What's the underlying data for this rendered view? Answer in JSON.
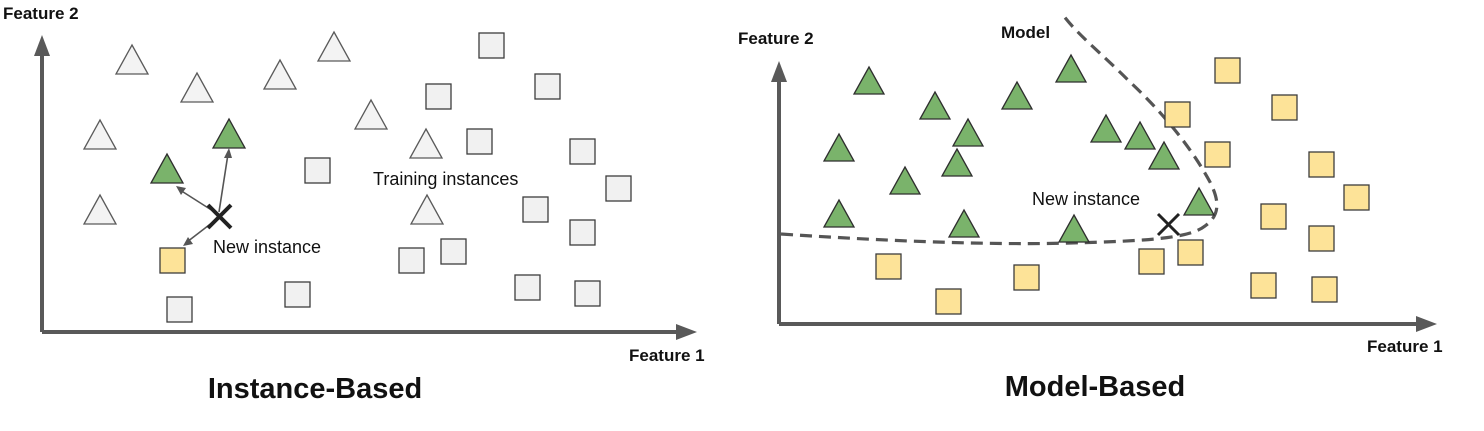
{
  "left_panel": {
    "y_axis_label": "Feature 2",
    "x_axis_label": "Feature 1",
    "training_label": "Training instances",
    "new_instance_label": "New instance",
    "caption": "Instance-Based"
  },
  "right_panel": {
    "y_axis_label": "Feature 2",
    "x_axis_label": "Feature 1",
    "model_label": "Model",
    "new_instance_label": "New instance",
    "caption": "Model-Based"
  },
  "colors": {
    "triangle_highlight": "#7ab36b",
    "square_highlight": "#fde398",
    "neutral_fill": "#f3f3f3",
    "axis": "#595959"
  },
  "icons": [
    "triangle-marker",
    "square-marker",
    "x-marker"
  ]
}
